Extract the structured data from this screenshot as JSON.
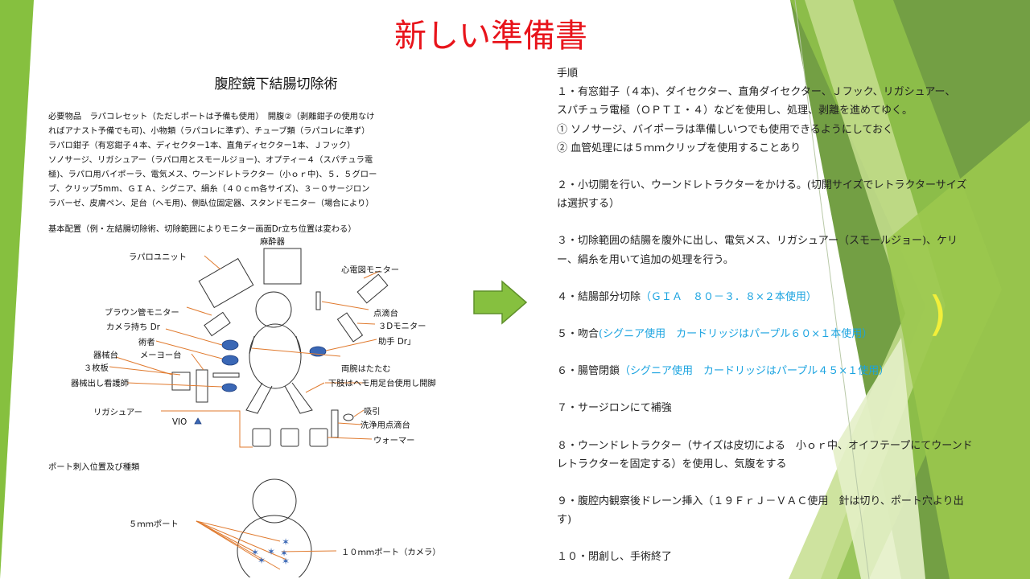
{
  "slide": {
    "title": "新しい準備書",
    "colors": {
      "title": "#e8141b",
      "accent_green": "#7ab648",
      "highlight_blue": "#1aa3e0"
    }
  },
  "document": {
    "title": "腹腔鏡下結腸切除術",
    "supplies_lines": [
      "必要物品　ラパコレセット（ただしポートは予備も使用）　開腹②（剥離鉗子の使用なけ",
      "ればアナスト予備でも可)、小物類（ラパコレに準ず）、チューブ類（ラパコレに準ず）",
      "ラパロ鉗子（有窓鉗子４本、ディセクター1本、直角ディセクター1本、Ｊフック）",
      "ソノサージ、リガシュアー（ラパロ用とスモールジョー)、オプティー４（スパチュラ電",
      "極)、ラパロ用バイポーラ、電気メス、ウーンドレトラクター（小ｏｒ中)、５．５グロー",
      "ブ、クリップ5mm、ＧＩＡ、シグニア、絹糸（４０ｃｍ各サイズ)、３－０サージロン",
      "ラバーゼ、皮膚ペン、足台（ヘモ用)、側臥位固定器、スタンドモニター（場合により）"
    ],
    "layout_heading": "基本配置（例・左結腸切除術、切除範囲によりモニター画面Dr立ち位置は変わる）",
    "layout_labels": {
      "anesthesia": "麻酔器",
      "lap_unit": "ラパロユニット",
      "ecg_monitor": "心電図モニター",
      "iv_stand": "点滴台",
      "braun_monitor": "ブラウン管モニター",
      "monitor_3d": "３Dモニター",
      "camera_dr": "カメラ持ち Dr",
      "surgeon": "術者",
      "assistant_dr": "助手 Dr」",
      "instrument_table": "器械台",
      "mayo_table": "メーヨー台",
      "three_boards": "３枚板",
      "arms_folded": "両腕はたたむ",
      "scrub_nurse": "器械出し看護師",
      "legs": "下肢はヘモ用足台使用し開脚",
      "suction": "吸引",
      "ligasure": "リガシュアー",
      "wash_iv": "洗浄用点滴台",
      "vio": "VIO",
      "warmer": "ウォーマー"
    },
    "port_heading": "ポート刺入位置及び種類",
    "port_labels": {
      "port_5mm": "５ｍｍポート",
      "port_10mm": "１０ｍｍポート（カメラ）"
    }
  },
  "procedure": {
    "heading": "手順",
    "steps": [
      {
        "lines": [
          "１・有窓鉗子（４本)、ダイセクター、直角ダイセクター、Ｊフック、リガシュアー、",
          "スパチュラ電極（ＯＰＴＩ・４）などを使用し、処理、剥離を進めてゆく。",
          "①  ソノサージ、バイポーラは準備しいつでも使用できるようにしておく",
          "②  血管処理には５ｍｍクリップを使用することあり"
        ]
      },
      {
        "lines": [
          "２・小切開を行い、ウーンドレトラクターをかける。(切開サイズでレトラクターサイズ",
          "は選択する）"
        ]
      },
      {
        "lines": [
          "３・切除範囲の結腸を腹外に出し、電気メス、リガシュアー（スモールジョー)、ケリ",
          "ー、絹糸を用いて追加の処理を行う。"
        ]
      },
      {
        "text": "４・結腸部分切除",
        "note": "（ＧＩＡ　８０－３．８×２本使用）"
      },
      {
        "text": "５・吻合",
        "note": "(シグニア使用　カードリッジはパープル６０×１本使用）"
      },
      {
        "text": "６・腸管閉鎖",
        "note": "（シグニア使用　カードリッジはパープル４５×１使用）"
      },
      {
        "lines": [
          "７・サージロンにて補強"
        ]
      },
      {
        "lines": [
          "８・ウーンドレトラクター（サイズは皮切による　小ｏｒ中、オイフテープにてウーンド",
          "レトラクターを固定する）を使用し、気腹をする"
        ]
      },
      {
        "lines": [
          "９・腹腔内観察後ドレーン挿入（１９ＦｒＪ－ＶＡＣ使用　針は切り、ポート穴より出",
          "す)"
        ]
      },
      {
        "lines": [
          "１０・閉創し、手術終了"
        ]
      }
    ]
  }
}
